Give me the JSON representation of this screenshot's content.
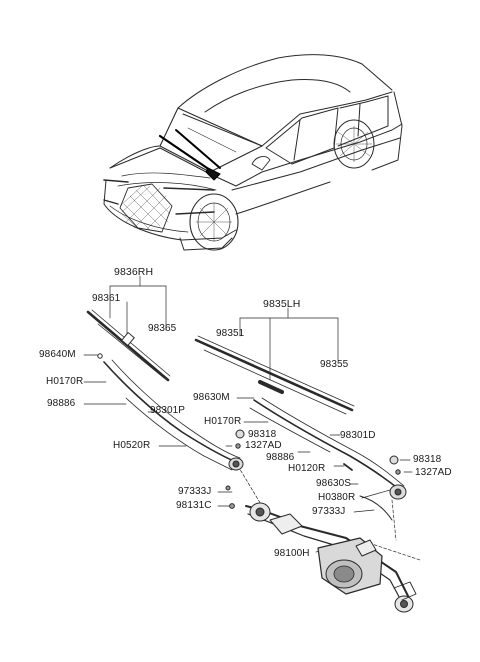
{
  "diagram": {
    "labels": {
      "p9836RH": "9836RH",
      "p98361": "98361",
      "p98365": "98365",
      "p98640M": "98640M",
      "pH0170R_left": "H0170R",
      "p98886_left": "98886",
      "p98301P": "98301P",
      "pH0520R": "H0520R",
      "p9835LH": "9835LH",
      "p98351": "98351",
      "p98355": "98355",
      "p98630M": "98630M",
      "pH0170R_mid": "H0170R",
      "p98318_mid": "98318",
      "p1327AD_mid": "1327AD",
      "p98886_mid": "98886",
      "pH0120R": "H0120R",
      "p98301D": "98301D",
      "p98318_right": "98318",
      "p1327AD_right": "1327AD",
      "p98630S": "98630S",
      "pH0380R": "H0380R",
      "p97333J_right": "97333J",
      "p97333J_left": "97333J",
      "p98131C": "98131C",
      "p98100H": "98100H"
    }
  }
}
